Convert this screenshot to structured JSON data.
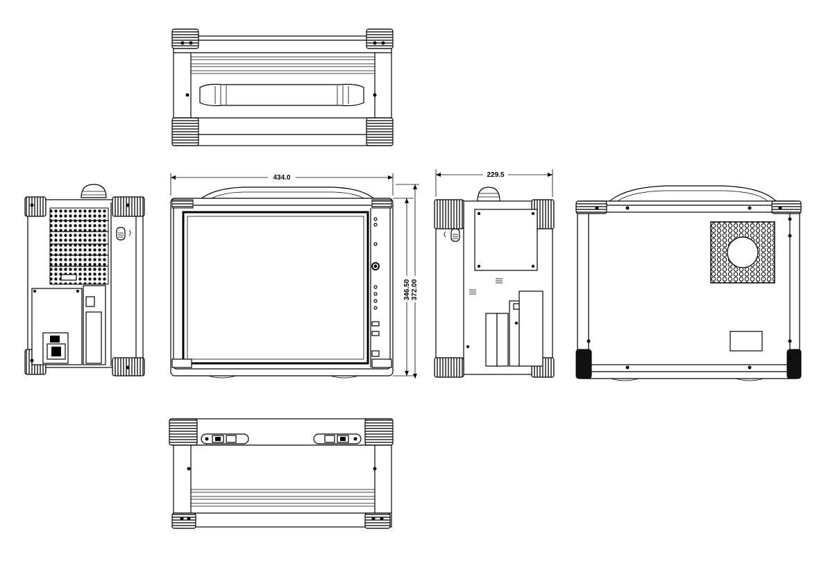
{
  "dimensions": {
    "front_width": "434.0",
    "side_depth": "229.5",
    "inner_height": "346.50",
    "outer_height": "372.00"
  },
  "views": [
    "top-view",
    "left-side-view",
    "front-view",
    "right-side-view",
    "rear-view",
    "bottom-view"
  ]
}
